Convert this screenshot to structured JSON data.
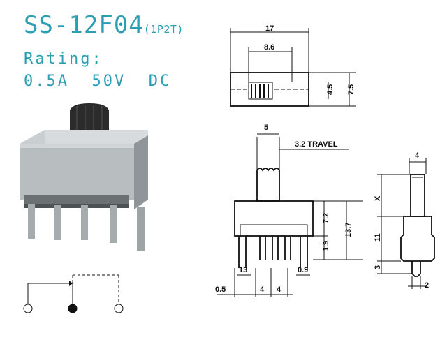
{
  "header": {
    "model": "SS-12F04",
    "pole_throw": "(1P2T)",
    "rating_label": "Rating:",
    "rating_value": "0.5A  50V  DC"
  },
  "dimensions": {
    "top_view": {
      "overall_width": "17",
      "slot_width": "8.6",
      "slot_height": "4.5",
      "body_height": "7.5"
    },
    "front_view": {
      "actuator_width": "5",
      "travel": "3.2  TRAVEL",
      "body_upper": "7.2",
      "body_total": "13.7",
      "pin_length": "1.9",
      "pin_pitch_left": "4",
      "pin_pitch_right": "4",
      "lead_13": "13",
      "lead_09": "0.9",
      "lead_05": "0.5"
    },
    "side_view": {
      "actuator_width": "4",
      "x_label": "X",
      "body_height": "11",
      "pin_length": "3",
      "pin_width": "2"
    }
  },
  "schematic": {
    "contacts": [
      "open",
      "closed",
      "open"
    ]
  },
  "colors": {
    "title": "#2a9fb4",
    "drawing": "#111111"
  }
}
